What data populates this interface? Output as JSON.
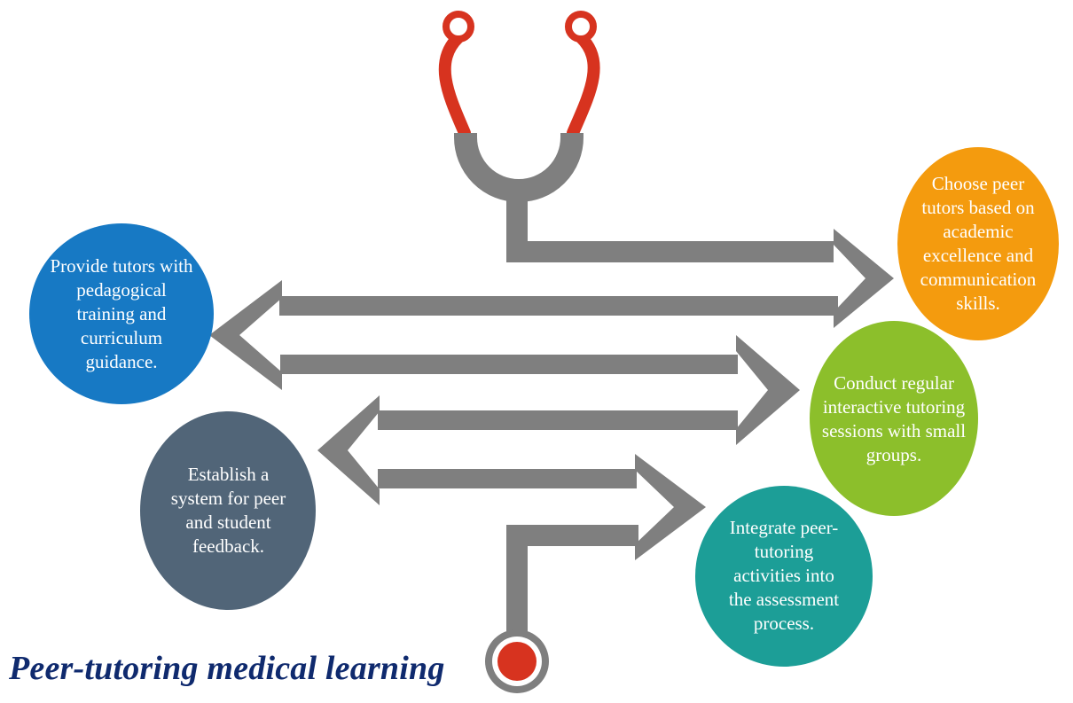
{
  "title": "Peer-tutoring medical learning",
  "colors": {
    "stethoscope_tube": "#d7331f",
    "arrow_gray": "#7f7f7f",
    "select_tutors": "#f49b0e",
    "pedagogical_training": "#1779c4",
    "tutoring_sessions": "#8cbf2b",
    "feedback_system": "#516578",
    "assessment_integration": "#1c9e97",
    "title_text": "#0f2a6e"
  },
  "steps": [
    {
      "id": "select-tutors",
      "text": "Choose peer tutors based on academic excellence and communication skills."
    },
    {
      "id": "pedagogical-training",
      "text": "Provide tutors with pedagogical training and curriculum guidance."
    },
    {
      "id": "tutoring-sessions",
      "text": "Conduct regular interactive tutoring sessions with small groups."
    },
    {
      "id": "feedback-system",
      "text": "Establish a system for peer and student feedback."
    },
    {
      "id": "assessment-integration",
      "text": "Integrate peer-tutoring activities into the assessment process."
    }
  ]
}
